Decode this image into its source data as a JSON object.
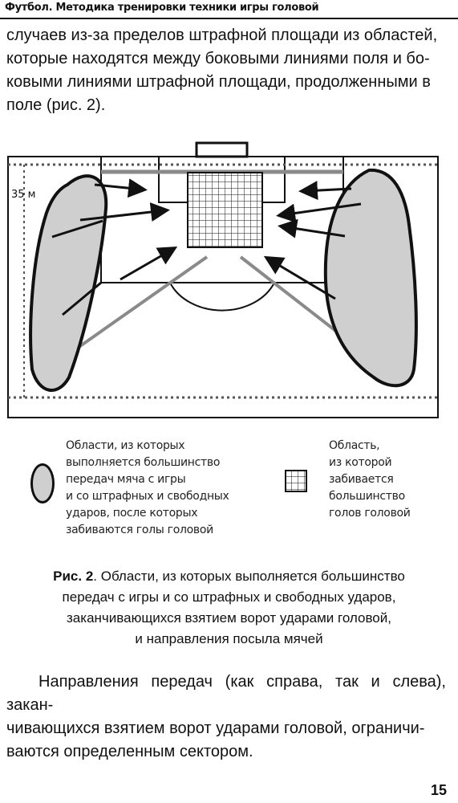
{
  "header": {
    "running_title": "Футбол. Методика тренировки техники игры головой"
  },
  "paragraph_top": {
    "lines": [
      "случаев из-за пределов штрафной площади из областей,",
      "которые находятся между боковыми линиями поля и бо-",
      "ковыми линиями штрафной площади, продолженными в",
      "поле (рис. 2)."
    ]
  },
  "figure": {
    "dimension_label": "35 м"
  },
  "legend": {
    "left_lines": [
      "Области, из которых",
      "выполняется большинство",
      "передач мяча с игры",
      "и со штрафных и свободных",
      "ударов, после которых",
      "забиваются голы головой"
    ],
    "right_lines": [
      "Область,",
      "из которой",
      "забивается",
      "большинство",
      "голов головой"
    ]
  },
  "caption": {
    "label": "Рис. 2",
    "first_line": ". Области, из которых выполняется большинство",
    "lines": [
      "передач с игры и со штрафных и свободных ударов,",
      "заканчивающихся взятием ворот ударами головой,",
      "и направления посыла мячей"
    ]
  },
  "paragraph_bottom": {
    "lines": [
      "Направления передач (как справа, так и слева), закан-",
      "чивающихся взятием ворот ударами головой, ограничи-",
      "ваются определенным сектором."
    ]
  },
  "footer": {
    "page_number": "15"
  }
}
